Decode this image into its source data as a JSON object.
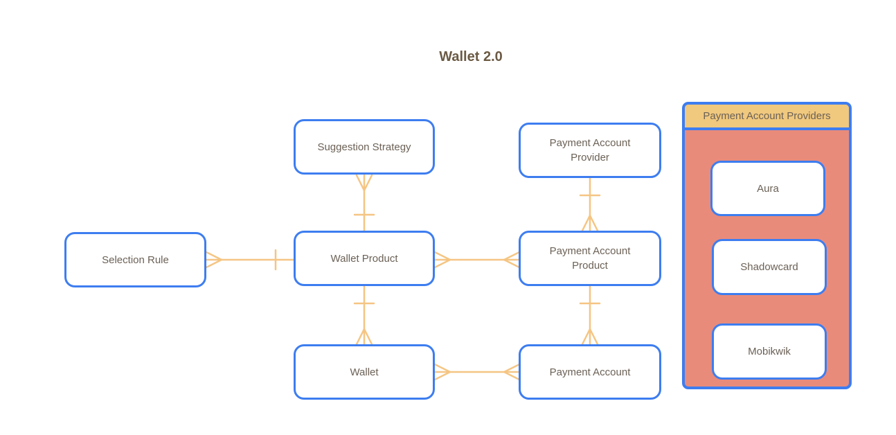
{
  "title": "Wallet 2.0",
  "colors": {
    "shape_border_blue": "#3d7df0",
    "connector_orange": "#f5c583",
    "group_header_bg": "#f0c87e",
    "group_body_bg": "#e98b7b",
    "title_text": "#6b5a44",
    "label_text": "#6b6156"
  },
  "entities": {
    "suggestion_strategy": "Suggestion Strategy",
    "payment_account_provider": "Payment Account Provider",
    "selection_rule": "Selection Rule",
    "wallet_product": "Wallet Product",
    "payment_account_product": "Payment Account Product",
    "wallet": "Wallet",
    "payment_account": "Payment Account"
  },
  "group": {
    "title": "Payment Account Providers",
    "items": [
      "Aura",
      "Shadowcard",
      "Mobikwik"
    ]
  },
  "relationships": [
    {
      "from": "Suggestion Strategy",
      "to": "Wallet Product",
      "from_cardinality": "many",
      "to_cardinality": "one"
    },
    {
      "from": "Selection Rule",
      "to": "Wallet Product",
      "from_cardinality": "many",
      "to_cardinality": "one"
    },
    {
      "from": "Wallet Product",
      "to": "Payment Account Product",
      "from_cardinality": "many",
      "to_cardinality": "many"
    },
    {
      "from": "Payment Account Provider",
      "to": "Payment Account Product",
      "from_cardinality": "one",
      "to_cardinality": "many"
    },
    {
      "from": "Wallet Product",
      "to": "Wallet",
      "from_cardinality": "one",
      "to_cardinality": "many"
    },
    {
      "from": "Payment Account Product",
      "to": "Payment Account",
      "from_cardinality": "one",
      "to_cardinality": "many"
    },
    {
      "from": "Wallet",
      "to": "Payment Account",
      "from_cardinality": "many",
      "to_cardinality": "many"
    }
  ]
}
